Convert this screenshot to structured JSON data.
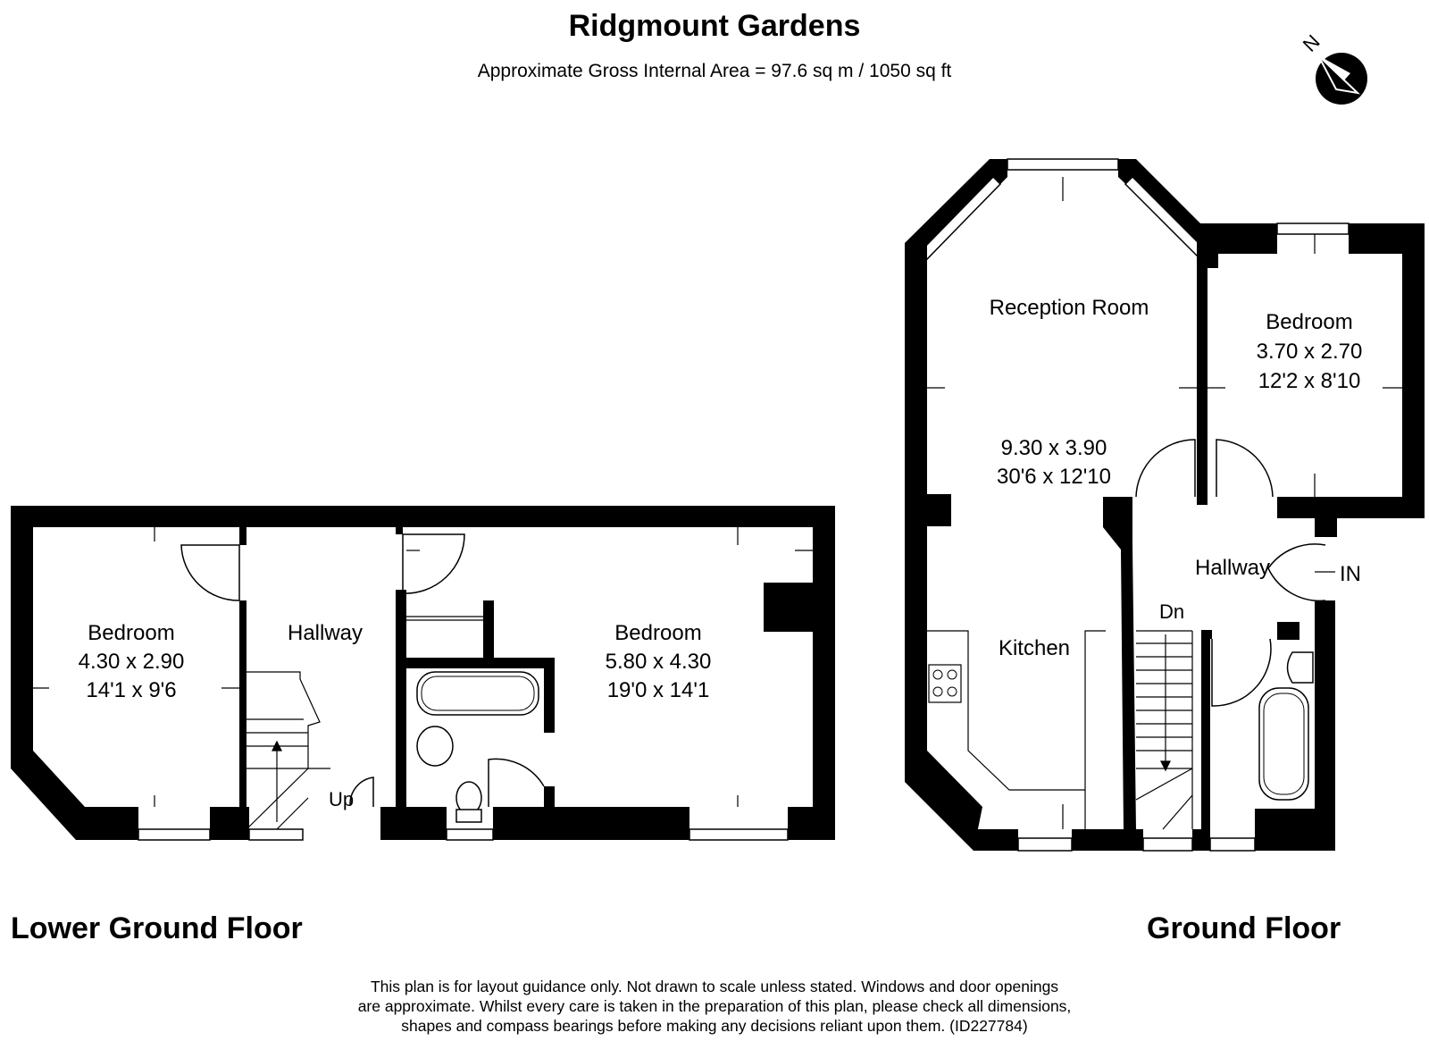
{
  "header": {
    "title": "Ridgmount Gardens",
    "subtitle": "Approximate Gross Internal Area = 97.6 sq m / 1050 sq ft"
  },
  "compass": {
    "label": "N",
    "icon": "north-arrow-icon"
  },
  "lower_ground_floor": {
    "label": "Lower Ground Floor",
    "rooms": [
      {
        "name": "Bedroom",
        "metric": "4.30 x 2.90",
        "imperial": "14'1 x 9'6"
      },
      {
        "name": "Hallway"
      },
      {
        "name": "Bedroom",
        "metric": "5.80 x 4.30",
        "imperial": "19'0 x 14'1"
      }
    ],
    "stairs_label": "Up"
  },
  "ground_floor": {
    "label": "Ground Floor",
    "rooms": [
      {
        "name": "Reception Room",
        "metric": "9.30 x 3.90",
        "imperial": "30'6 x 12'10"
      },
      {
        "name": "Bedroom",
        "metric": "3.70 x 2.70",
        "imperial": "12'2 x 8'10"
      },
      {
        "name": "Hallway"
      },
      {
        "name": "Kitchen"
      }
    ],
    "stairs_label": "Dn",
    "entrance_label": "IN"
  },
  "footer": {
    "disclaimer_lines": [
      "This plan is for layout guidance only. Not drawn to scale unless stated. Windows and door openings",
      "are approximate. Whilst every care is taken in the preparation of this plan, please check all dimensions,",
      "shapes and compass bearings before making any decisions reliant upon them. (ID227784)"
    ]
  },
  "colors": {
    "wall": "#000000",
    "background": "#ffffff",
    "fixture_stroke": "#333333"
  }
}
